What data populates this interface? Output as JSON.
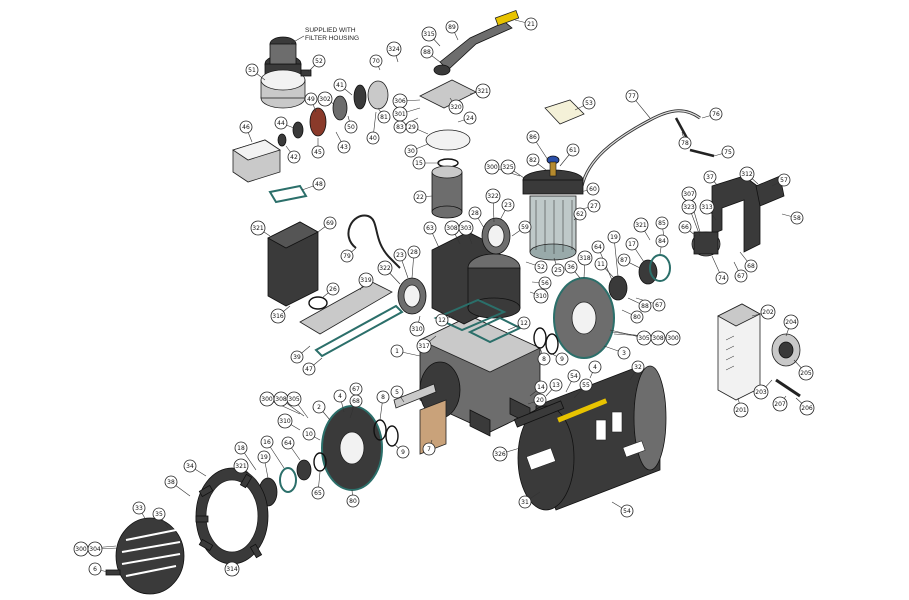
{
  "notes": {
    "filter_note_line1": "SUPPLIED WITH",
    "filter_note_line2": "FILTER HOUSING"
  },
  "colors": {
    "background": "#ffffff",
    "part_dark": "#3a3a3a",
    "part_light": "#c9c9c9",
    "gasket_teal": "#2b6f6a",
    "accent_yellow": "#e8c300",
    "accent_blue": "#2a4fa8"
  },
  "callouts": [
    {
      "id": "c-315",
      "label": "315"
    },
    {
      "id": "c-89",
      "label": "89"
    },
    {
      "id": "c-21",
      "label": "21"
    },
    {
      "id": "c-88",
      "label": "88"
    },
    {
      "id": "c-324",
      "label": "324"
    },
    {
      "id": "c-70",
      "label": "70"
    },
    {
      "id": "c-52",
      "label": "52"
    },
    {
      "id": "c-51",
      "label": "51"
    },
    {
      "id": "c-41",
      "label": "41"
    },
    {
      "id": "c-321a",
      "label": "321"
    },
    {
      "id": "c-306",
      "label": "306"
    },
    {
      "id": "c-320",
      "label": "320"
    },
    {
      "id": "c-53",
      "label": "53"
    },
    {
      "id": "c-77",
      "label": "77"
    },
    {
      "id": "c-49",
      "label": "49"
    },
    {
      "id": "c-302",
      "label": "302"
    },
    {
      "id": "c-301",
      "label": "301"
    },
    {
      "id": "c-83",
      "label": "83"
    },
    {
      "id": "c-24",
      "label": "24"
    },
    {
      "id": "c-76",
      "label": "76"
    },
    {
      "id": "c-46",
      "label": "46"
    },
    {
      "id": "c-44",
      "label": "44"
    },
    {
      "id": "c-81",
      "label": "81"
    },
    {
      "id": "c-50",
      "label": "50"
    },
    {
      "id": "c-40",
      "label": "40"
    },
    {
      "id": "c-29",
      "label": "29"
    },
    {
      "id": "c-86",
      "label": "86"
    },
    {
      "id": "c-78",
      "label": "78"
    },
    {
      "id": "c-42",
      "label": "42"
    },
    {
      "id": "c-45",
      "label": "45"
    },
    {
      "id": "c-43",
      "label": "43"
    },
    {
      "id": "c-30",
      "label": "30"
    },
    {
      "id": "c-61",
      "label": "61"
    },
    {
      "id": "c-75",
      "label": "75"
    },
    {
      "id": "c-15",
      "label": "15"
    },
    {
      "id": "c-300a",
      "label": "300"
    },
    {
      "id": "c-325",
      "label": "325"
    },
    {
      "id": "c-82",
      "label": "82"
    },
    {
      "id": "c-37",
      "label": "37"
    },
    {
      "id": "c-312",
      "label": "312"
    },
    {
      "id": "c-57",
      "label": "57"
    },
    {
      "id": "c-48",
      "label": "48"
    },
    {
      "id": "c-22",
      "label": "22"
    },
    {
      "id": "c-322a",
      "label": "322"
    },
    {
      "id": "c-60",
      "label": "60"
    },
    {
      "id": "c-307",
      "label": "307"
    },
    {
      "id": "c-27",
      "label": "27"
    },
    {
      "id": "c-323",
      "label": "323"
    },
    {
      "id": "c-313",
      "label": "313"
    },
    {
      "id": "c-58",
      "label": "58"
    },
    {
      "id": "c-62",
      "label": "62"
    },
    {
      "id": "c-28a",
      "label": "28"
    },
    {
      "id": "c-23a",
      "label": "23"
    },
    {
      "id": "c-321b",
      "label": "321"
    },
    {
      "id": "c-69",
      "label": "69"
    },
    {
      "id": "c-63",
      "label": "63"
    },
    {
      "id": "c-308a",
      "label": "308"
    },
    {
      "id": "c-303",
      "label": "303"
    },
    {
      "id": "c-59",
      "label": "59"
    },
    {
      "id": "c-321c",
      "label": "321"
    },
    {
      "id": "c-85",
      "label": "85"
    },
    {
      "id": "c-66",
      "label": "66"
    },
    {
      "id": "c-19",
      "label": "19"
    },
    {
      "id": "c-84",
      "label": "84"
    },
    {
      "id": "c-79",
      "label": "79"
    },
    {
      "id": "c-64",
      "label": "64"
    },
    {
      "id": "c-17",
      "label": "17"
    },
    {
      "id": "c-68",
      "label": "68"
    },
    {
      "id": "c-23b",
      "label": "23"
    },
    {
      "id": "c-28b",
      "label": "28"
    },
    {
      "id": "c-52b",
      "label": "52"
    },
    {
      "id": "c-318",
      "label": "318"
    },
    {
      "id": "c-56",
      "label": "56"
    },
    {
      "id": "c-36",
      "label": "36"
    },
    {
      "id": "c-11",
      "label": "11"
    },
    {
      "id": "c-87",
      "label": "87"
    },
    {
      "id": "c-74",
      "label": "74"
    },
    {
      "id": "c-67a",
      "label": "67"
    },
    {
      "id": "c-319",
      "label": "319"
    },
    {
      "id": "c-26",
      "label": "26"
    },
    {
      "id": "c-322b",
      "label": "322"
    },
    {
      "id": "c-310a",
      "label": "310"
    },
    {
      "id": "c-25",
      "label": "25"
    },
    {
      "id": "c-316",
      "label": "316"
    },
    {
      "id": "c-310b",
      "label": "310"
    },
    {
      "id": "c-12a",
      "label": "12"
    },
    {
      "id": "c-88b",
      "label": "88"
    },
    {
      "id": "c-67b",
      "label": "67"
    },
    {
      "id": "c-80a",
      "label": "80"
    },
    {
      "id": "c-317",
      "label": "317"
    },
    {
      "id": "c-12b",
      "label": "12"
    },
    {
      "id": "c-202",
      "label": "202"
    },
    {
      "id": "c-204",
      "label": "204"
    },
    {
      "id": "c-305a",
      "label": "305"
    },
    {
      "id": "c-308b",
      "label": "308"
    },
    {
      "id": "c-300b",
      "label": "300"
    },
    {
      "id": "c-39",
      "label": "39"
    },
    {
      "id": "c-47",
      "label": "47"
    },
    {
      "id": "c-1",
      "label": "1"
    },
    {
      "id": "c-8a",
      "label": "8"
    },
    {
      "id": "c-9a",
      "label": "9"
    },
    {
      "id": "c-3",
      "label": "3"
    },
    {
      "id": "c-32",
      "label": "32"
    },
    {
      "id": "c-54a",
      "label": "54"
    },
    {
      "id": "c-4a",
      "label": "4"
    },
    {
      "id": "c-55",
      "label": "55"
    },
    {
      "id": "c-13",
      "label": "13"
    },
    {
      "id": "c-14",
      "label": "14"
    },
    {
      "id": "c-20",
      "label": "20"
    },
    {
      "id": "c-205",
      "label": "205"
    },
    {
      "id": "c-203",
      "label": "203"
    },
    {
      "id": "c-207",
      "label": "207"
    },
    {
      "id": "c-206",
      "label": "206"
    },
    {
      "id": "c-201",
      "label": "201"
    },
    {
      "id": "c-67c",
      "label": "67"
    },
    {
      "id": "c-68b",
      "label": "68"
    },
    {
      "id": "c-4b",
      "label": "4"
    },
    {
      "id": "c-5",
      "label": "5"
    },
    {
      "id": "c-8b",
      "label": "8"
    },
    {
      "id": "c-300c",
      "label": "300"
    },
    {
      "id": "c-308c",
      "label": "308"
    },
    {
      "id": "c-305b",
      "label": "305"
    },
    {
      "id": "c-2",
      "label": "2"
    },
    {
      "id": "c-310c",
      "label": "310"
    },
    {
      "id": "c-10",
      "label": "10"
    },
    {
      "id": "c-9b",
      "label": "9"
    },
    {
      "id": "c-7",
      "label": "7"
    },
    {
      "id": "c-18",
      "label": "18"
    },
    {
      "id": "c-16",
      "label": "16"
    },
    {
      "id": "c-64b",
      "label": "64"
    },
    {
      "id": "c-321d",
      "label": "321"
    },
    {
      "id": "c-19b",
      "label": "19"
    },
    {
      "id": "c-65",
      "label": "65"
    },
    {
      "id": "c-80b",
      "label": "80"
    },
    {
      "id": "c-326",
      "label": "326"
    },
    {
      "id": "c-34",
      "label": "34"
    },
    {
      "id": "c-38",
      "label": "38"
    },
    {
      "id": "c-31",
      "label": "31"
    },
    {
      "id": "c-33",
      "label": "33"
    },
    {
      "id": "c-35",
      "label": "35"
    },
    {
      "id": "c-54b",
      "label": "54"
    },
    {
      "id": "c-300d",
      "label": "300"
    },
    {
      "id": "c-304",
      "label": "304"
    },
    {
      "id": "c-314",
      "label": "314"
    },
    {
      "id": "c-6",
      "label": "6"
    }
  ]
}
